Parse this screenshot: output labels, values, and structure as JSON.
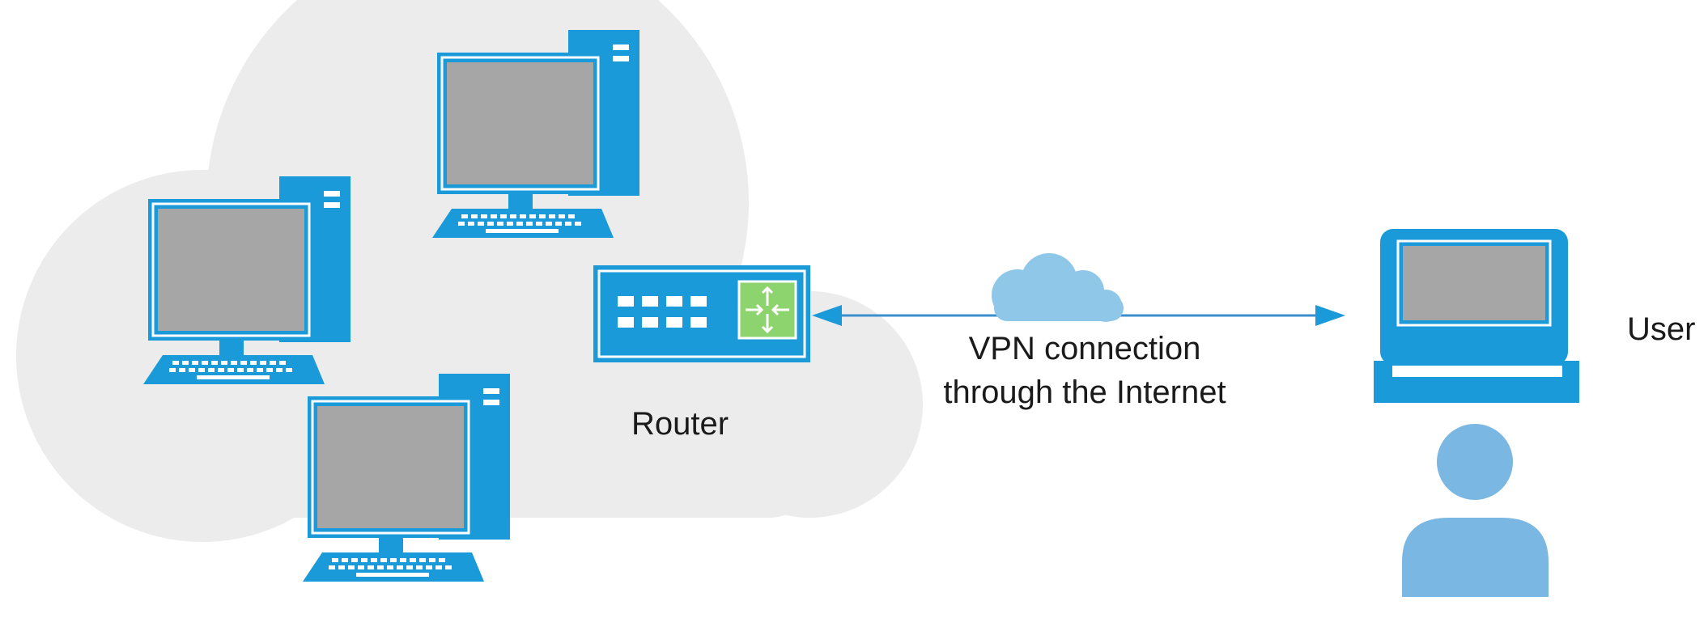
{
  "colors": {
    "device_blue": "#1a9ad8",
    "screen_gray": "#a6a6a6",
    "network_cloud": "#ececec",
    "internet_cloud": "#8fc7e8",
    "person": "#7ab7e2",
    "router_port_panel": "#8dd46e",
    "text": "#1a1a1a"
  },
  "icons": {
    "desktop": "desktop-computer-icon",
    "router": "router-icon",
    "internet": "internet-cloud-icon",
    "laptop": "laptop-icon",
    "user": "user-icon"
  },
  "labels": {
    "router": "Router",
    "vpn_line1": "VPN connection",
    "vpn_line2": "through the Internet",
    "user": "User"
  }
}
